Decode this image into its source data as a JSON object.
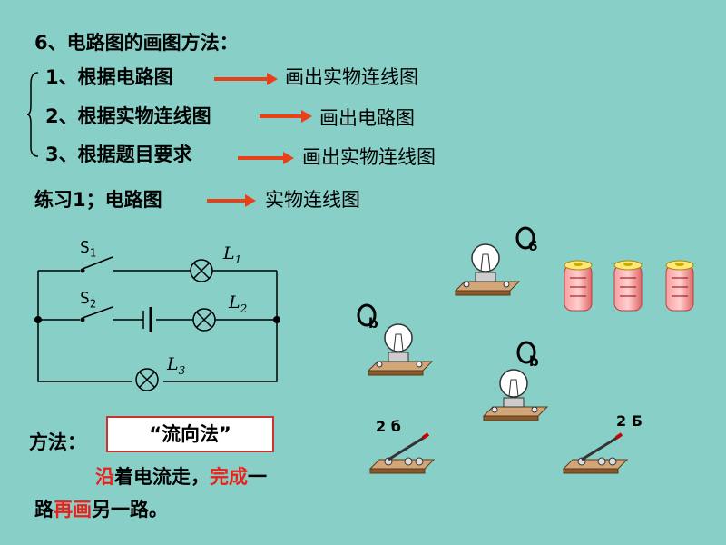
{
  "heading": "6、电路图的画图方法：",
  "steps": [
    {
      "left": "1、根据电路图",
      "right": "画出实物连线图"
    },
    {
      "left": "2、根据实物连线图",
      "right": "画出电路图"
    },
    {
      "left": "3、根据题目要求",
      "right": "画出实物连线图"
    }
  ],
  "exercise": {
    "left": "练习1；电路图",
    "right": "实物连线图"
  },
  "circuit": {
    "s1": "S",
    "s1_sub": "1",
    "s2": "S",
    "s2_sub": "2",
    "l1": "L",
    "l1_sub": "1",
    "l2": "L",
    "l2_sub": "2",
    "l3": "L",
    "l3_sub": "3"
  },
  "method": {
    "label": "方法：",
    "box": "“流向法”",
    "desc": [
      {
        "text": "沿",
        "color": "red"
      },
      {
        "text": "着电流走，",
        "color": "black"
      },
      {
        "text": "完成",
        "color": "red"
      },
      {
        "text": "一",
        "color": "black"
      }
    ],
    "desc2": [
      {
        "text": "路",
        "color": "black"
      },
      {
        "text": "再画",
        "color": "red"
      },
      {
        "text": "另一路。",
        "color": "black"
      }
    ]
  },
  "component_labels": {
    "bulb_top": "6",
    "bulb_left": "b",
    "bulb_mid": "b",
    "switch_left": "2 б",
    "switch_right": "2 Б"
  },
  "colors": {
    "background": "#87cfc7",
    "arrow": "#e8411a",
    "accent_red": "#e8211a"
  }
}
